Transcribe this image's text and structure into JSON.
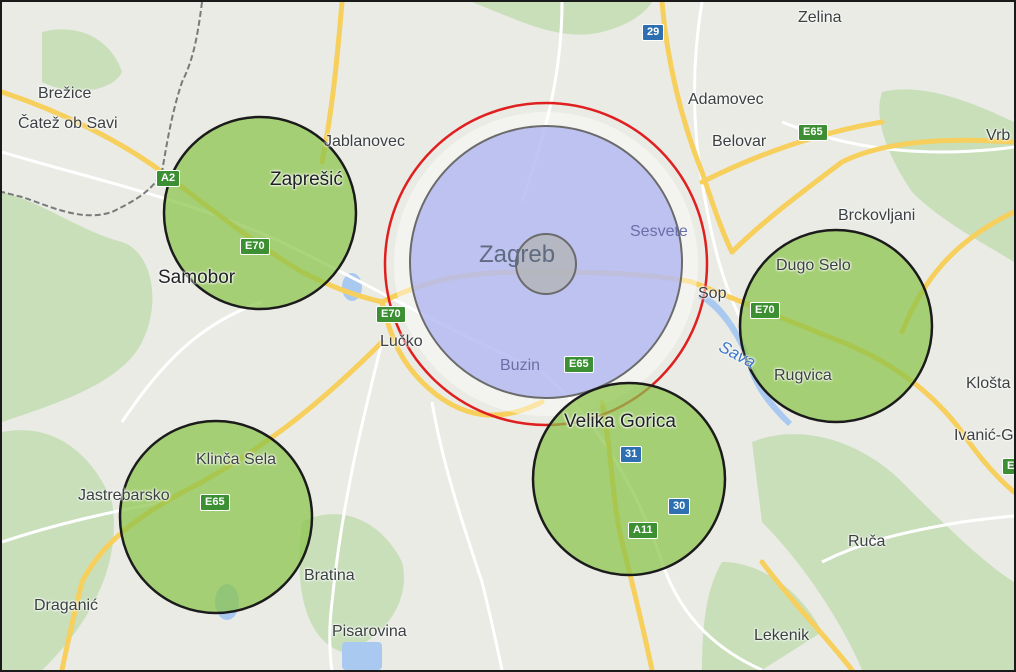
{
  "colors": {
    "land": "#e9ebe4",
    "forest": "#c7dfb8",
    "water": "#a9c9f1",
    "road_major": "#f9d36a",
    "road_minor": "#ffffff",
    "border": "#7a7a7a",
    "green_zone_fill": "#8bc34a",
    "green_zone_stroke": "#1b1b1b",
    "center_fill": "#a7aef0",
    "center_stroke": "#6b6b6b",
    "inner_fill": "#b3b3b3",
    "ring_red": "#e02020"
  },
  "places": [
    {
      "id": "zelina",
      "name": "Zelina"
    },
    {
      "id": "brezice",
      "name": "Brežice"
    },
    {
      "id": "catez",
      "name": "Čatež ob Savi"
    },
    {
      "id": "adamovec",
      "name": "Adamovec"
    },
    {
      "id": "jablanovec",
      "name": "Jablanovec"
    },
    {
      "id": "belovar",
      "name": "Belovar"
    },
    {
      "id": "vrbo",
      "name": "Vrb"
    },
    {
      "id": "zapresic",
      "name": "Zaprešić"
    },
    {
      "id": "brckovljani",
      "name": "Brckovljani"
    },
    {
      "id": "sesvete",
      "name": "Sesvete"
    },
    {
      "id": "zagreb",
      "name": "Zagreb"
    },
    {
      "id": "samobor",
      "name": "Samobor"
    },
    {
      "id": "dugo_selo",
      "name": "Dugo Selo"
    },
    {
      "id": "sop",
      "name": "Sop"
    },
    {
      "id": "lucko",
      "name": "Lučko"
    },
    {
      "id": "sava",
      "name": "Sava"
    },
    {
      "id": "rugvica",
      "name": "Rugvica"
    },
    {
      "id": "buzin",
      "name": "Buzin"
    },
    {
      "id": "klostar",
      "name": "Klošta"
    },
    {
      "id": "velika_gorica",
      "name": "Velika Gorica"
    },
    {
      "id": "ivanic",
      "name": "Ivanić-G"
    },
    {
      "id": "klinca_sela",
      "name": "Klinča Sela"
    },
    {
      "id": "jastrebarsko",
      "name": "Jastrebarsko"
    },
    {
      "id": "ruca",
      "name": "Ruča"
    },
    {
      "id": "bratina",
      "name": "Bratina"
    },
    {
      "id": "draganic",
      "name": "Draganić"
    },
    {
      "id": "pisarovina",
      "name": "Pisarovina"
    },
    {
      "id": "lekenik",
      "name": "Lekenik"
    }
  ],
  "road_shields": [
    {
      "id": "r29",
      "label": "29",
      "kind": "blue"
    },
    {
      "id": "e65_ne",
      "label": "E65",
      "kind": "green"
    },
    {
      "id": "a_w",
      "label": "A2",
      "kind": "green"
    },
    {
      "id": "e70_w",
      "label": "E70",
      "kind": "green"
    },
    {
      "id": "e70_c",
      "label": "E70",
      "kind": "green"
    },
    {
      "id": "e70_e",
      "label": "E70",
      "kind": "green"
    },
    {
      "id": "e65_c",
      "label": "E65",
      "kind": "green"
    },
    {
      "id": "r31",
      "label": "31",
      "kind": "blue"
    },
    {
      "id": "r30",
      "label": "30",
      "kind": "blue"
    },
    {
      "id": "a11",
      "label": "A11",
      "kind": "green"
    },
    {
      "id": "e65_sw",
      "label": "E65",
      "kind": "green"
    },
    {
      "id": "e_edge",
      "label": "E",
      "kind": "green"
    }
  ]
}
